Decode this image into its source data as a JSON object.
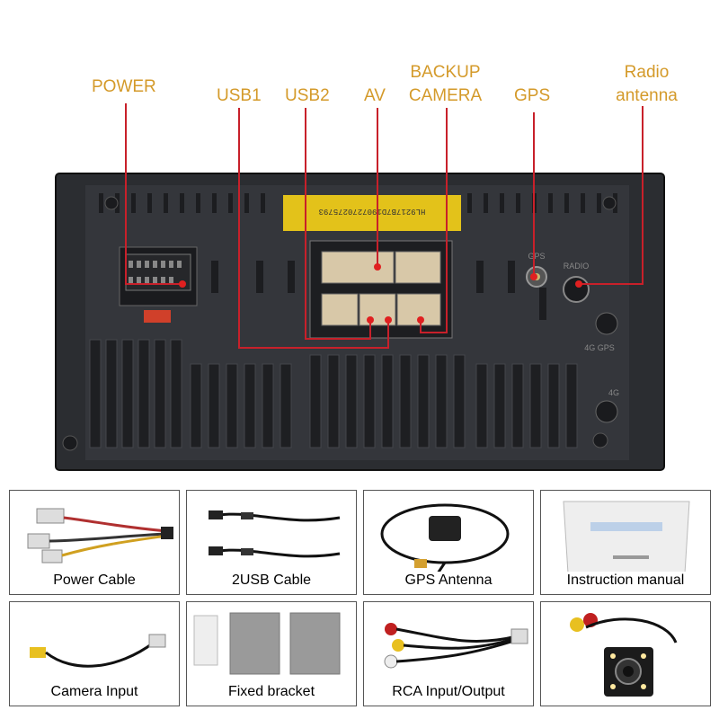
{
  "labels": {
    "power": "POWER",
    "usb1": "USB1",
    "usb2": "USB2",
    "av": "AV",
    "backup_line1": "BACKUP",
    "backup_line2": "CAMERA",
    "gps": "GPS",
    "radio_line1": "Radio",
    "radio_line2": "antenna"
  },
  "unit_markings": {
    "serial_sticker": "HL9217B7D1907270275793",
    "gps_port": "GPS",
    "radio_port": "RADIO",
    "port_4g_gps": "4G GPS",
    "port_4g": "4G"
  },
  "accessories": [
    {
      "caption": "Power Cable"
    },
    {
      "caption": "2USB  Cable"
    },
    {
      "caption": "GPS  Antenna"
    },
    {
      "caption": "Instruction manual"
    },
    {
      "caption": "Camera  Input"
    },
    {
      "caption": "Fixed bracket"
    },
    {
      "caption": "RCA Input/Output"
    },
    {
      "caption": ""
    }
  ],
  "colors": {
    "label": "#d49a2a",
    "leader_line": "#c8202a",
    "chassis": "#2b2d31",
    "sticker": "#e3c21a"
  }
}
